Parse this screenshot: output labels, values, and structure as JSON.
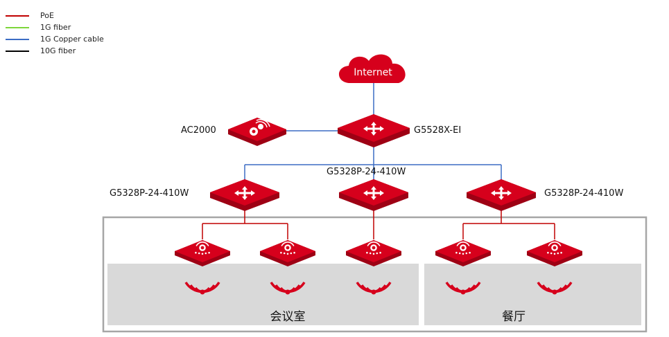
{
  "legend": [
    {
      "label": "PoE",
      "color": "#c00000"
    },
    {
      "label": "1G fiber",
      "color": "#7dd63a"
    },
    {
      "label": "1G Copper cable",
      "color": "#3b6cc4"
    },
    {
      "label": "10G fiber",
      "color": "#000000"
    }
  ],
  "internet": {
    "label": "Internet"
  },
  "devices": {
    "core": "G5528X-EI",
    "ac": "AC2000",
    "access_left": "G5328P-24-410W",
    "access_middle": "G5328P-24-410W",
    "access_right": "G5328P-24-410W"
  },
  "areas": {
    "meeting_room": "会议室",
    "restaurant": "餐厅"
  },
  "colors": {
    "device_red": "#d6001c",
    "device_dark": "#9e0014",
    "copper": "#3b6cc4",
    "poe": "#c00000",
    "frame": "#a6a6a6",
    "area_fill": "#d9d9d9"
  }
}
